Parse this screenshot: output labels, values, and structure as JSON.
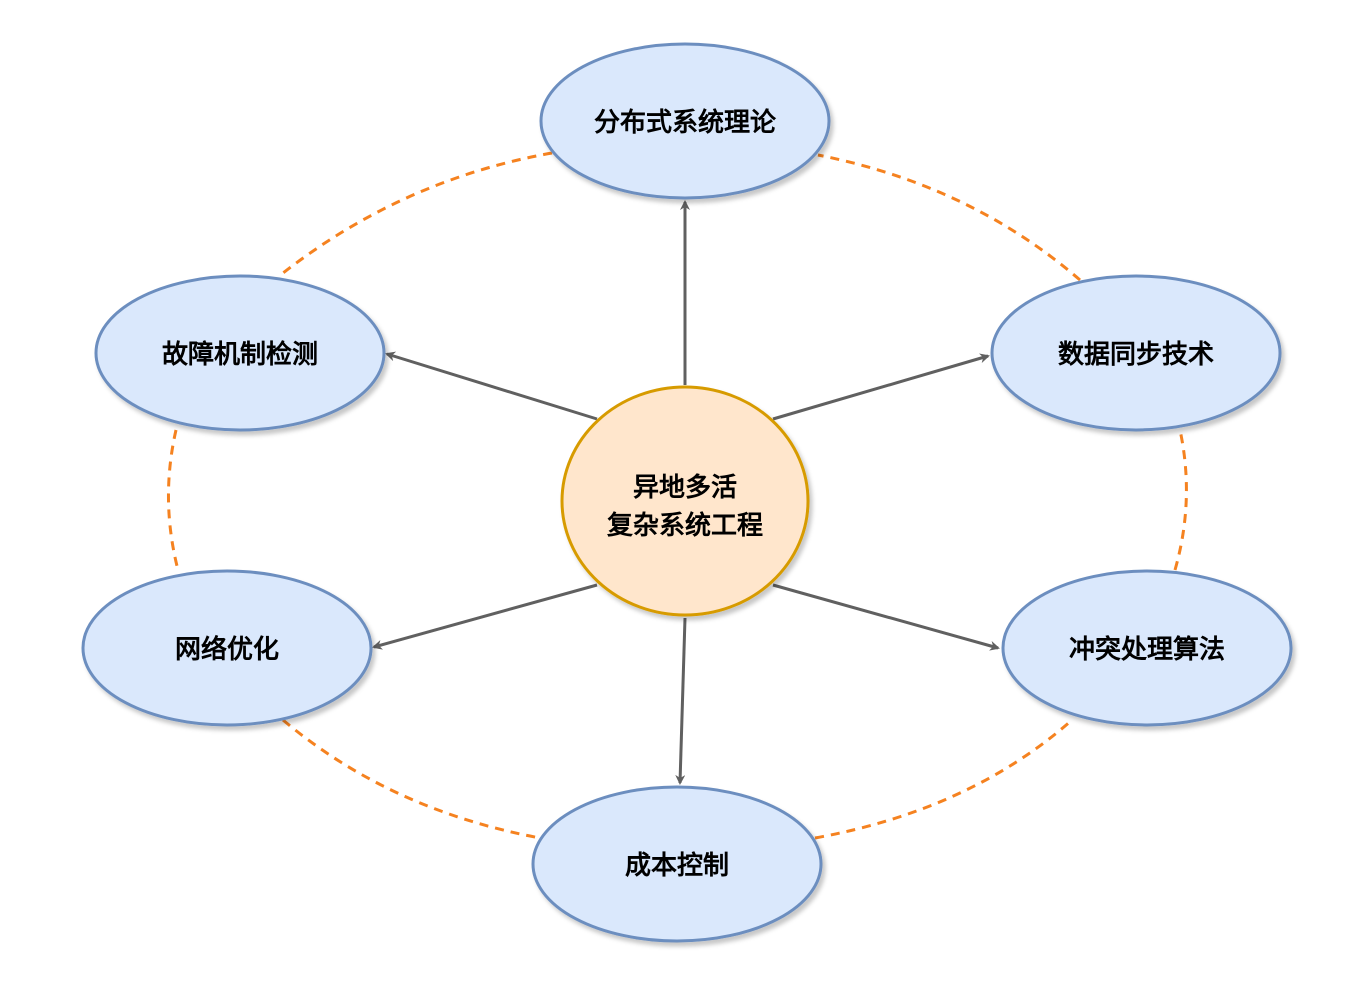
{
  "center": {
    "line1": "异地多活",
    "line2": "复杂系统工程"
  },
  "nodes": [
    {
      "id": "top",
      "label": "分布式系统理论"
    },
    {
      "id": "upper-left",
      "label": "故障机制检测"
    },
    {
      "id": "upper-right",
      "label": "数据同步技术"
    },
    {
      "id": "lower-left",
      "label": "网络优化"
    },
    {
      "id": "lower-right",
      "label": "冲突处理算法"
    },
    {
      "id": "bottom",
      "label": "成本控制"
    }
  ],
  "colors": {
    "node_fill": "#dae8fc",
    "node_stroke": "#6c8ebf",
    "center_fill": "#ffe6cc",
    "center_stroke": "#d79b00",
    "arrow": "#606060",
    "ring": "#f58220"
  }
}
